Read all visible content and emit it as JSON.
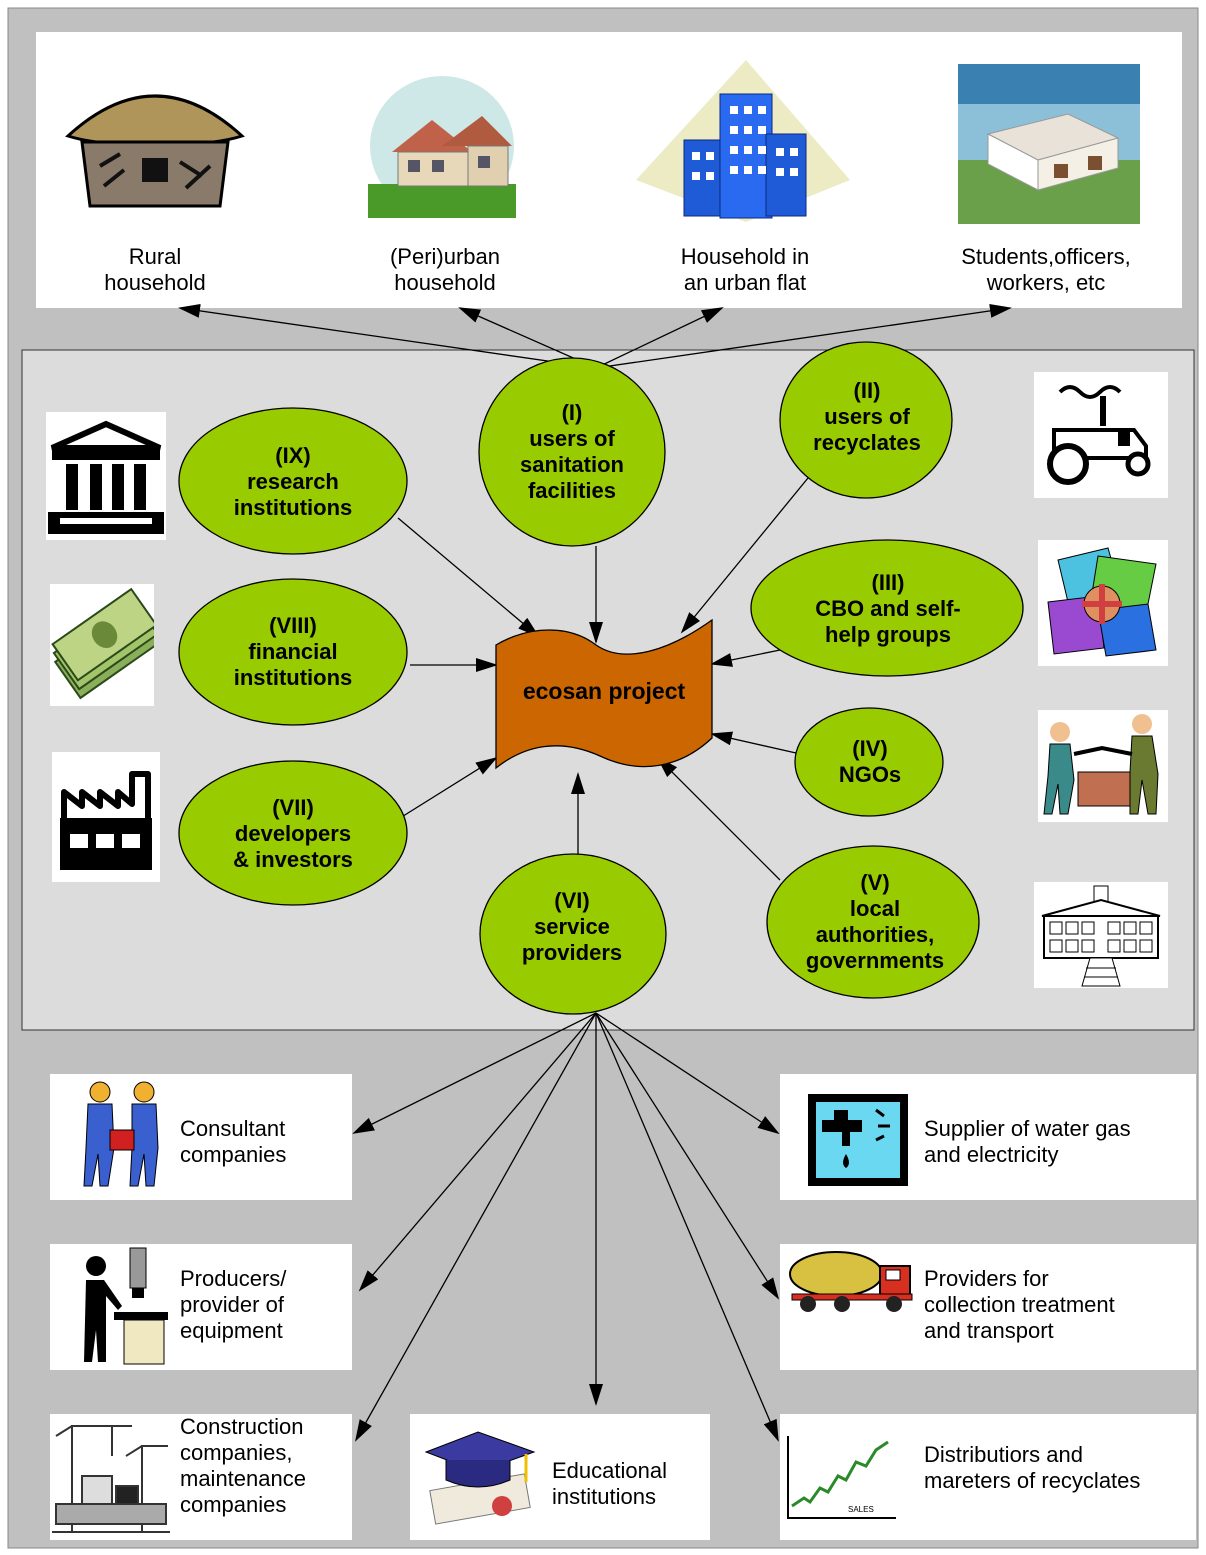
{
  "households": [
    {
      "label": "Rural\nhousehold",
      "icon": "hut-icon"
    },
    {
      "label": "(Peri)urban\nhousehold",
      "icon": "house-icon"
    },
    {
      "label": "Household in\nan urban flat",
      "icon": "apartment-building-icon"
    },
    {
      "label": "Students,officers,\nworkers, etc",
      "icon": "villa-icon"
    }
  ],
  "center": {
    "label": "ecosan project"
  },
  "stakeholders": [
    {
      "id": "I",
      "label": "(I)\nusers of\nsanitation\nfacilities"
    },
    {
      "id": "II",
      "label": "(II)\nusers of\nrecyclates",
      "icon": "tractor-icon"
    },
    {
      "id": "III",
      "label": "(III)\nCBO and self-\nhelp groups",
      "icon": "joined-hands-icon"
    },
    {
      "id": "IV",
      "label": "(IV)\nNGOs",
      "icon": "handshake-icon"
    },
    {
      "id": "V",
      "label": "(V)\nlocal\nauthorities,\ngovernments",
      "icon": "town-hall-icon"
    },
    {
      "id": "VI",
      "label": "(VI)\nservice\nproviders"
    },
    {
      "id": "VII",
      "label": "(VII)\ndevelopers\n& investors",
      "icon": "factory-icon"
    },
    {
      "id": "VIII",
      "label": "(VIII)\nfinancial\ninstitutions",
      "icon": "money-icon"
    },
    {
      "id": "IX",
      "label": "(IX)\nresearch\ninstitutions",
      "icon": "institution-building-icon"
    }
  ],
  "service_providers": [
    {
      "label": "Consultant\ncompanies",
      "icon": "consultants-icon"
    },
    {
      "label": "Supplier of water gas\nand electricity",
      "icon": "water-tap-icon"
    },
    {
      "label": "Producers/\nprovider   of\nequipment",
      "icon": "machine-operator-icon"
    },
    {
      "label": "Providers for\ncollection treatment\nand transport",
      "icon": "tanker-truck-icon"
    },
    {
      "label": "Construction\ncompanies,\nmaintenance\ncompanies",
      "icon": "construction-cranes-icon"
    },
    {
      "label": "Educational\ninstitutions",
      "icon": "graduation-cap-icon"
    },
    {
      "label": "Distributiors and\nmareters of recyclates",
      "icon": "rising-chart-icon"
    }
  ],
  "colors": {
    "background": "#c0c0c0",
    "inner_panel": "#dcdcdc",
    "oval_fill": "#99cc00",
    "center_fill": "#cc6600",
    "stroke": "#000000"
  }
}
